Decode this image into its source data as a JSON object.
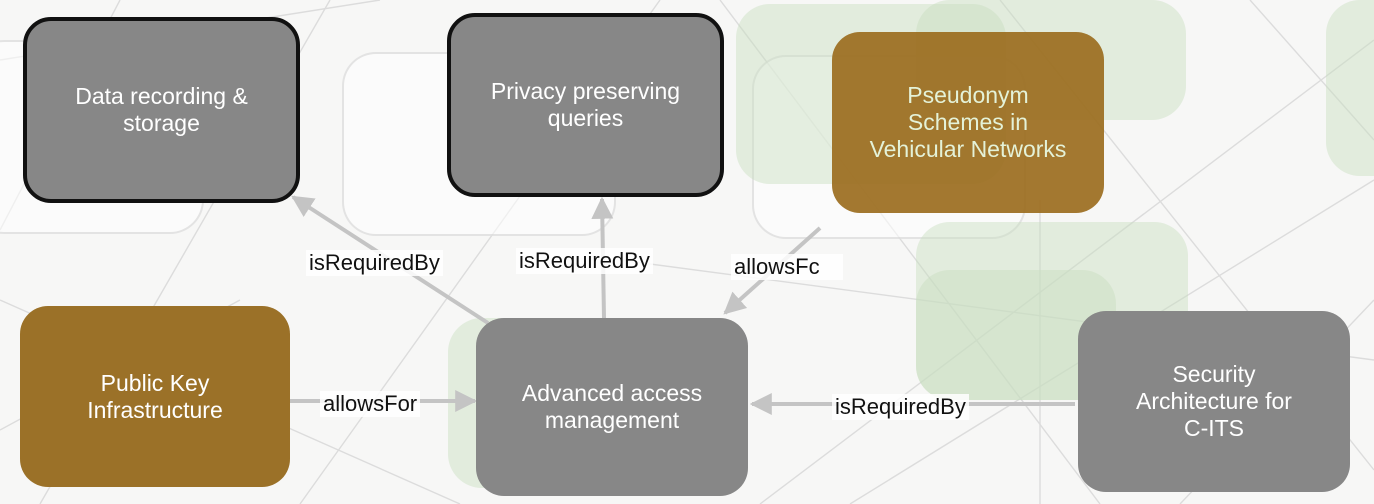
{
  "nodes": [
    {
      "id": "data_recording",
      "label": "Data recording &\nstorage",
      "style": "selected"
    },
    {
      "id": "privacy_queries",
      "label": "Privacy preserving\nqueries",
      "style": "selected"
    },
    {
      "id": "pseudonym",
      "label": "Pseudonym\nSchemes in\nVehicular Networks",
      "style": "gold"
    },
    {
      "id": "pki",
      "label": "Public Key\nInfrastructure",
      "style": "gold"
    },
    {
      "id": "advanced_access",
      "label": "Advanced access\nmanagement",
      "style": "grey"
    },
    {
      "id": "security_arch",
      "label": "Security\nArchitecture for\nC-ITS",
      "style": "grey"
    }
  ],
  "edges": [
    {
      "from": "advanced_access",
      "to": "data_recording",
      "label": "isRequiredBy"
    },
    {
      "from": "advanced_access",
      "to": "privacy_queries",
      "label": "isRequiredBy"
    },
    {
      "from": "pseudonym",
      "to": "advanced_access",
      "label": "allowsFc"
    },
    {
      "from": "pki",
      "to": "advanced_access",
      "label": "allowsFor"
    },
    {
      "from": "security_arch",
      "to": "advanced_access",
      "label": "isRequiredBy"
    }
  ],
  "colors": {
    "node_grey": "#878787",
    "node_gold": "#9b7128",
    "selected_border": "#111111",
    "edge": "#c4c4c4",
    "pseudonym_text": "#e4f2d8"
  }
}
